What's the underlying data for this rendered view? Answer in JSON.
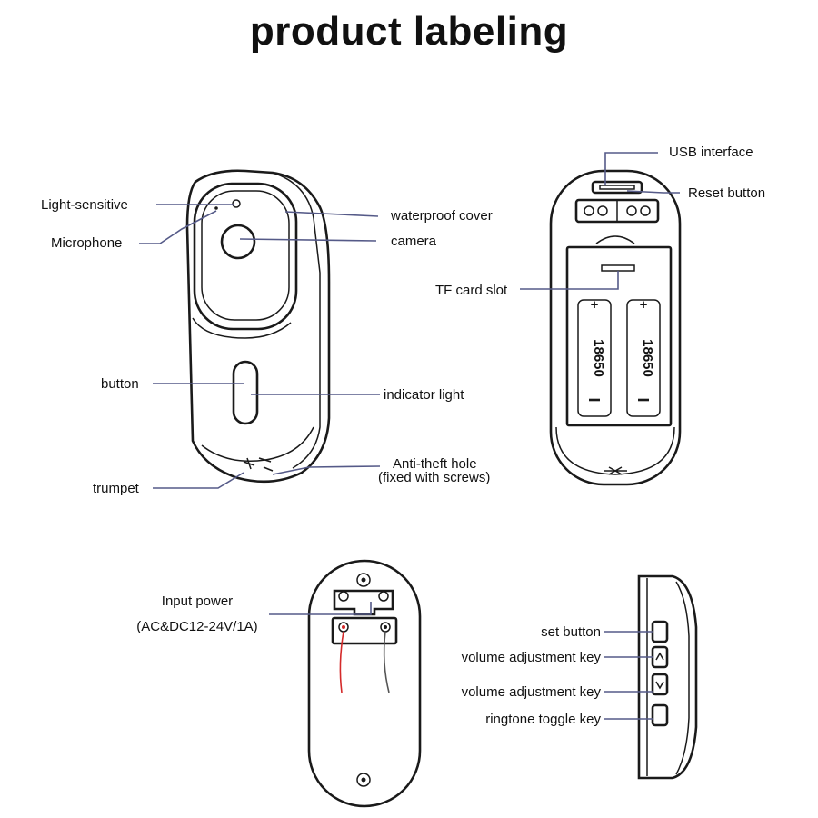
{
  "title": "product labeling",
  "front_view": {
    "labels": {
      "light_sensitive": "Light-sensitive",
      "microphone": "Microphone",
      "waterproof_cover": "waterproof cover",
      "camera": "camera",
      "button": "button",
      "indicator_light": "indicator light",
      "anti_theft_hole": "Anti-theft hole",
      "anti_theft_note": "(fixed with screws)",
      "trumpet": "trumpet"
    }
  },
  "back_view": {
    "labels": {
      "usb_interface": "USB interface",
      "reset_button": "Reset button",
      "tf_card_slot": "TF card slot"
    },
    "battery_markings": [
      "18650",
      "18650"
    ]
  },
  "receiver_back": {
    "labels": {
      "input_power": "Input power",
      "input_power_spec": "(AC&DC12-24V/1A)"
    },
    "wire_colors": {
      "red": "#d42a2a",
      "gray": "#555555"
    }
  },
  "receiver_side": {
    "labels": {
      "set_button": "set button",
      "volume_up": "volume adjustment key",
      "volume_down": "volume adjustment key",
      "ringtone_toggle": "ringtone toggle key"
    }
  },
  "colors": {
    "leader_line": "#555a88",
    "outline": "#1a1a1a",
    "background": "#ffffff"
  }
}
